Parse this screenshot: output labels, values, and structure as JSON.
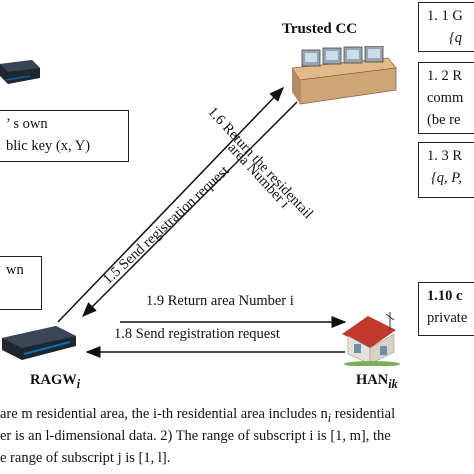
{
  "trusted_cc": {
    "label": "Trusted CC"
  },
  "ragw": {
    "label": "RAGW",
    "sub": "i"
  },
  "han": {
    "label": "HAN",
    "sub": "ik"
  },
  "left_box_top": {
    "line1": "’ s own",
    "line2": "blic key (x, Y)"
  },
  "left_box_mid": {
    "line1": "wn",
    "line2": ""
  },
  "right_box_1": {
    "line1": "1. 1 G",
    "line2": "{q"
  },
  "right_box_2": {
    "line1": "1. 2 R",
    "line2": "comm",
    "line3": "(be re"
  },
  "right_box_3": {
    "line1": "1. 3 R",
    "line2": "{q, P,"
  },
  "right_box_4": {
    "line1": "1.10  c",
    "line2": "private"
  },
  "arrows": {
    "a15": "1.5  Send registration request",
    "a16_line1": "1.6  Return the residentail",
    "a16_line2": "area Number i",
    "a19": "1.9  Return area Number i",
    "a18": "1.8  Send registration request"
  },
  "footnote": {
    "line1": "are m residential area, the i-th residential area includes n",
    "line1_sub": "i",
    "line1_end": " residential",
    "line2": "er is an l-dimensional data. 2) The range of subscript i is [1, m], the",
    "line3": "e range of subscript j is [1, l]."
  }
}
